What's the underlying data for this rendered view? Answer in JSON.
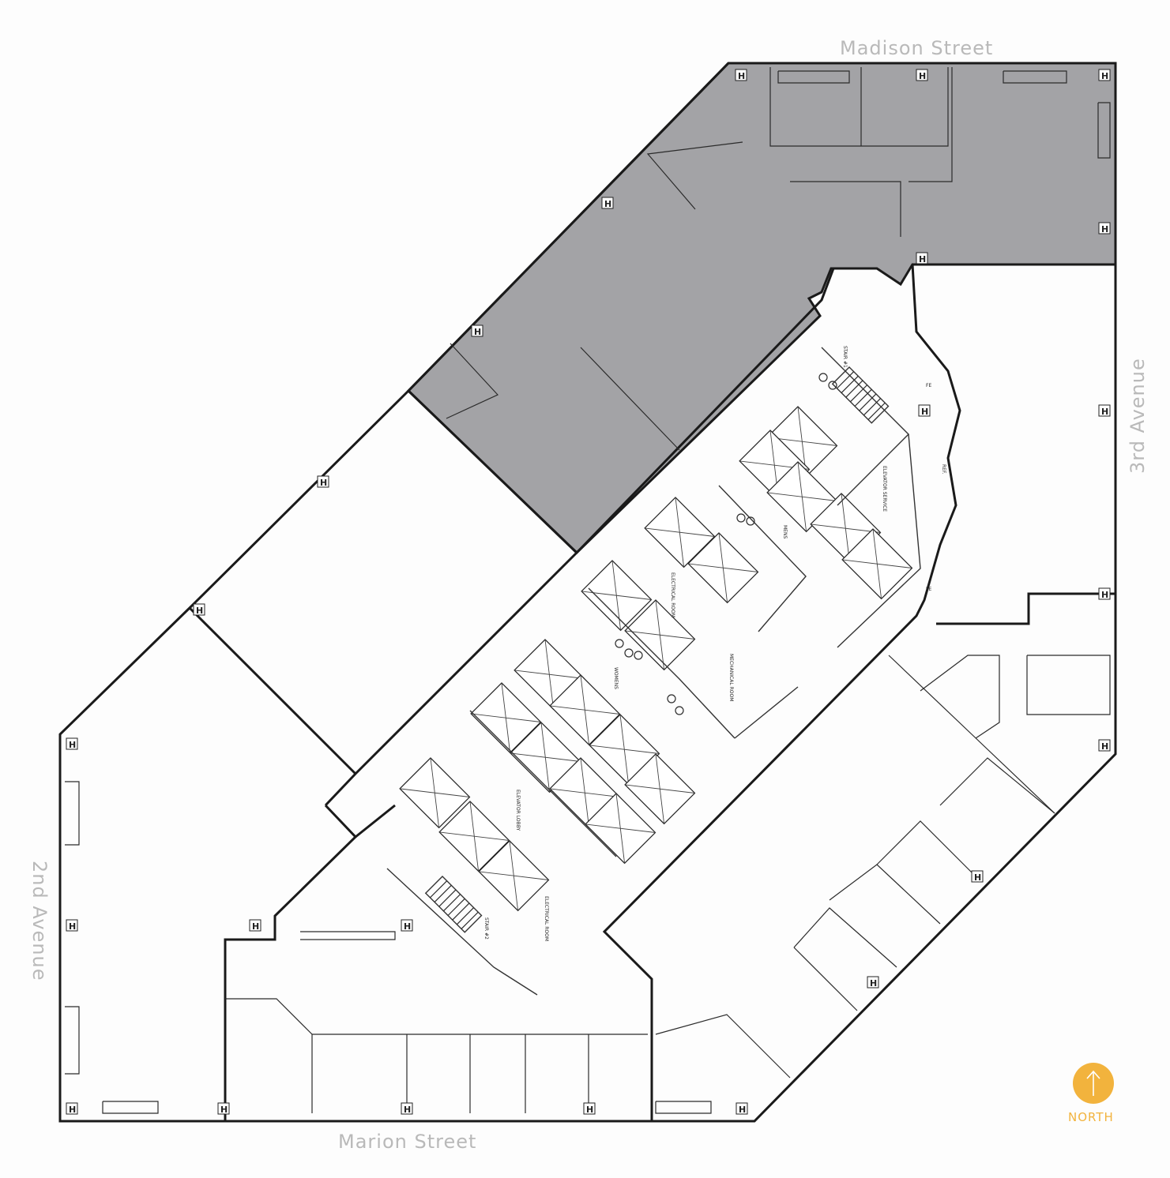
{
  "streets": {
    "north": "Madison Street",
    "east": "3rd Avenue",
    "south": "Marion Street",
    "west": "2nd Avenue"
  },
  "compass": {
    "label": "NORTH",
    "color": "#f2b33d"
  },
  "rooms": {
    "stair_1": "STAIR #1",
    "stair_2": "STAIR #2",
    "mens": "MENS",
    "womens": "WOMENS",
    "mechanical": "MECHANICAL ROOM",
    "elevator_lobby": "ELEVATOR LOBBY",
    "electrical_1": "ELECTRICAL ROOM",
    "electrical_2": "ELECTRICAL ROOM",
    "elevator_service": "ELEVATOR SERVICE",
    "fe_1": "FE",
    "fe_2": "FE",
    "ref": "REF."
  },
  "colors": {
    "leased_suite": "#a3a3a6",
    "background": "#fdfdfd"
  }
}
